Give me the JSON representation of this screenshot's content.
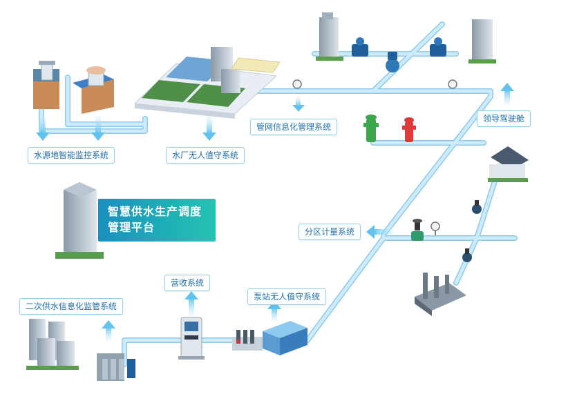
{
  "platform": {
    "line1": "智慧供水生产调度",
    "line2": "管理平台"
  },
  "labels": {
    "water_source": "水源地智能监控系统",
    "water_plant": "水厂无人值守系统",
    "pipe_network": "管网信息化管理系统",
    "cockpit": "领导驾驶舱",
    "district_metering": "分区计量系统",
    "billing": "营收系统",
    "pump_station": "泵站无人值守系统",
    "secondary_supply": "二次供水信息化监管系统"
  },
  "colors": {
    "pipe": "#b9e1f5",
    "pipe_edge": "#8ccbea",
    "label_border": "#8fd0ee",
    "label_text": "#1f6fa8",
    "platform_gradient_start": "#1a8fbf",
    "platform_gradient_end": "#27c2b4"
  },
  "icons": [
    "building-icon",
    "water-tower-icon",
    "water-plant-icon",
    "pressure-gauge-icon",
    "water-meter-icon",
    "flow-meter-icon",
    "fire-hydrant-icon",
    "house-icon",
    "valve-icon",
    "factory-icon",
    "atm-terminal-icon",
    "pump-station-icon",
    "booster-pump-icon",
    "office-tower-icon"
  ]
}
